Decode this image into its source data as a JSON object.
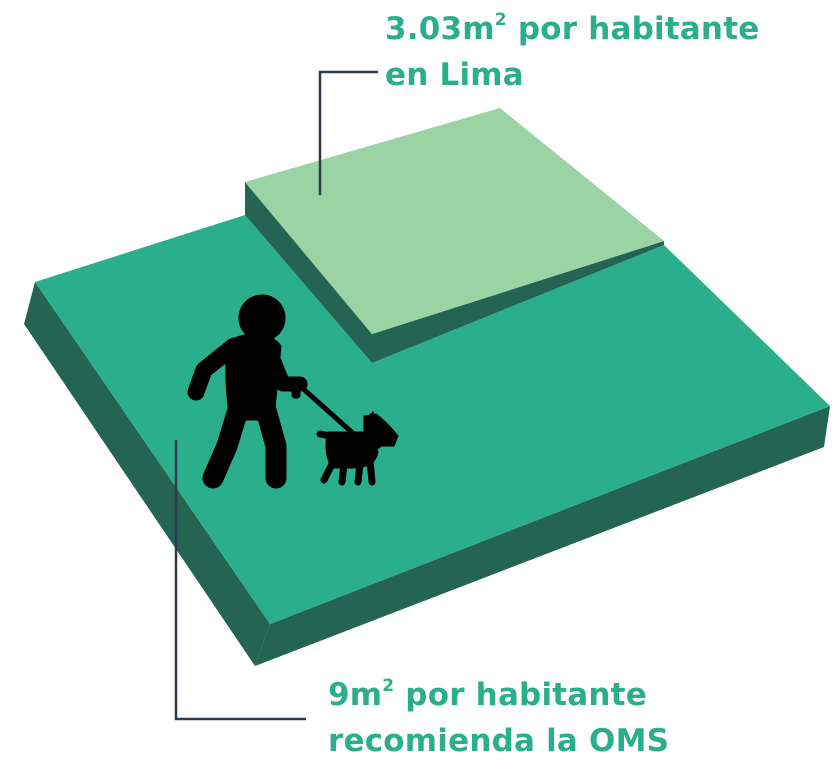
{
  "colors": {
    "label_text": "#2bae8c",
    "leader_line": "#2f3b4c",
    "large_top": "#2bae8c",
    "large_side": "#236552",
    "small_top": "#9bd3a5",
    "small_side": "#236552",
    "figure": "#000000",
    "background": "#ffffff"
  },
  "lima_label": {
    "value": "3.03m",
    "unit_exponent": "2",
    "rest": " por habitante",
    "line2": "en Lima"
  },
  "oms_label": {
    "value": "9m",
    "unit_exponent": "2",
    "rest": " por habitante",
    "line2": "recomienda la OMS"
  },
  "icons": {
    "figure": "person-walking-dog-icon"
  }
}
